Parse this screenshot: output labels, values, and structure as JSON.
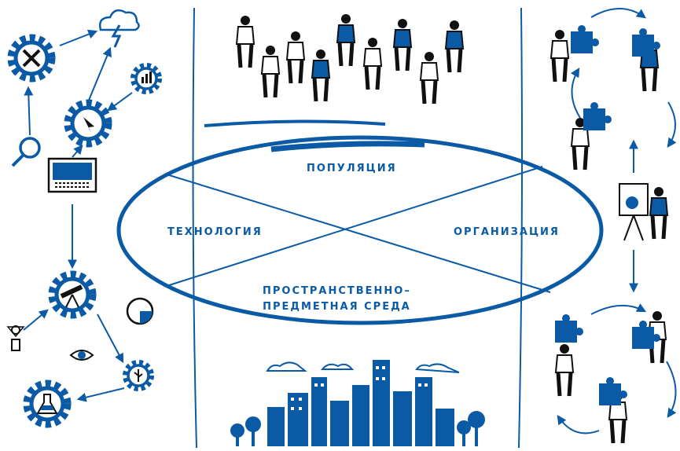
{
  "diagram": {
    "center_labels": {
      "top": "ПОПУЛЯЦИЯ",
      "left": "ТЕХНОЛОГИЯ",
      "right": "ОРГАНИЗАЦИЯ",
      "bottom_line1": "ПРОСТРАНСТВЕННО–",
      "bottom_line2": "ПРЕДМЕТНАЯ СРЕДА"
    },
    "colors": {
      "accent": "#0a5aa6",
      "ink": "#111111",
      "background": "#ffffff"
    },
    "panels": {
      "left_icons": [
        "cloud-lightning-icon",
        "tools-gear-icon",
        "chart-gear-icon",
        "cursor-gear-icon",
        "magnifier-icon",
        "laptop-icon",
        "telescope-gear-icon",
        "pie-chart-icon",
        "person-network-icon",
        "eye-icon",
        "usb-gear-icon",
        "flask-gear-icon"
      ],
      "top_illustration": "people-crowd",
      "bottom_illustration": "city-skyline",
      "right_illustration": "puzzle-teamwork-cycle"
    }
  }
}
